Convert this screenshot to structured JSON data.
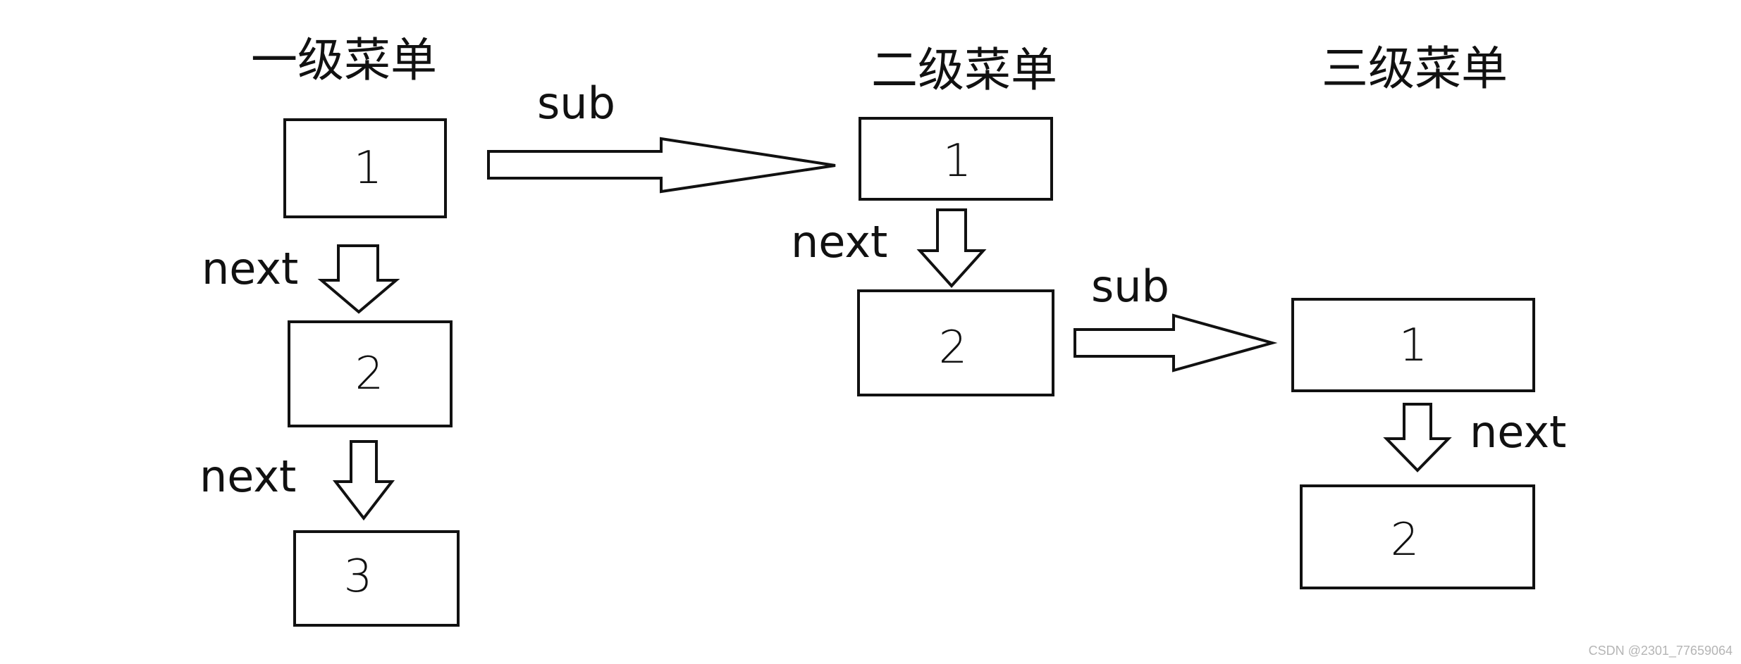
{
  "levels": [
    {
      "title": "一级菜单",
      "nodes": [
        "1",
        "2",
        "3"
      ],
      "next_labels": [
        "next",
        "next"
      ]
    },
    {
      "title": "二级菜单",
      "nodes": [
        "1",
        "2"
      ],
      "next_labels": [
        "next"
      ]
    },
    {
      "title": "三级菜单",
      "nodes": [
        "1",
        "2"
      ],
      "next_labels": [
        "next"
      ]
    }
  ],
  "sub_links": [
    {
      "from_level": 1,
      "from_node": 1,
      "to_level": 2,
      "label": "sub"
    },
    {
      "from_level": 2,
      "from_node": 2,
      "to_level": 3,
      "label": "sub"
    }
  ],
  "watermark": "CSDN @2301_77659064",
  "colors": {
    "stroke": "#111111",
    "background": "#ffffff",
    "watermark": "#b5b5b5"
  }
}
